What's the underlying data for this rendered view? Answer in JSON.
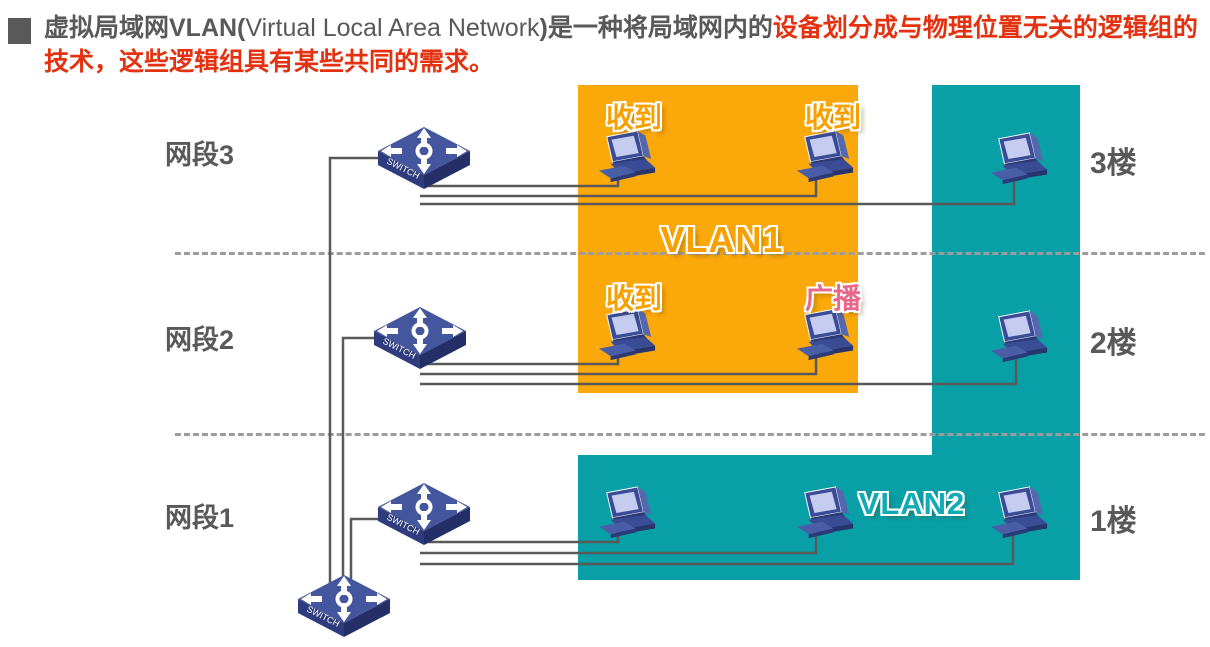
{
  "title": {
    "part_gray_1": "虚拟局域网VLAN(",
    "part_en": "Virtual Local Area Network",
    "part_gray_2": ")是一种将局域网内的",
    "part_red": "设备划分成与物理位置无关的逻辑组的技术，这些逻辑组具有某些共同的需求。"
  },
  "diagram": {
    "segments": [
      {
        "label": "网段3"
      },
      {
        "label": "网段2"
      },
      {
        "label": "网段1"
      }
    ],
    "floors": [
      {
        "label": "3楼"
      },
      {
        "label": "2楼"
      },
      {
        "label": "1楼"
      }
    ],
    "vlan1_label": "VLAN1",
    "vlan2_label": "VLAN2",
    "received_label": "收到",
    "broadcast_label": "广播",
    "switch_label": "SWITCH"
  },
  "colors": {
    "title_gray": "#595959",
    "title_red": "#e43210",
    "vlan1_fill": "#FBA80A",
    "vlan2_fill": "#089FA7",
    "wire_gray": "#595959",
    "dash_gray": "#9c9c9c",
    "received_text": "#F7A000",
    "broadcast_text": "#E7688A",
    "vlan2_text": "#12ABB3"
  }
}
